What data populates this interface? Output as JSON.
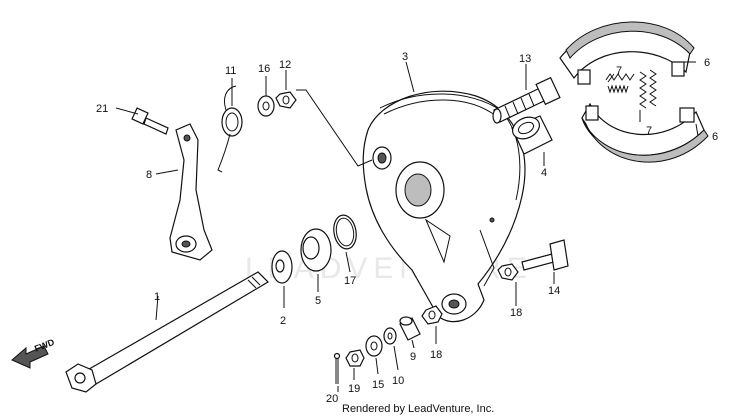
{
  "diagram": {
    "callouts": {
      "c1": "1",
      "c2": "2",
      "c3": "3",
      "c4": "4",
      "c5": "5",
      "c6a": "6",
      "c6b": "6",
      "c7a": "7",
      "c7b": "7",
      "c8": "8",
      "c9": "9",
      "c10": "10",
      "c11": "11",
      "c12": "12",
      "c13": "13",
      "c14": "14",
      "c15": "15",
      "c16": "16",
      "c17": "17",
      "c18a": "18",
      "c18b": "18",
      "c19": "19",
      "c20": "20",
      "c21": "21"
    },
    "direction_label": "FWD",
    "footer": "Rendered by LeadVenture, Inc.",
    "watermark": "LEADVENTURE"
  }
}
